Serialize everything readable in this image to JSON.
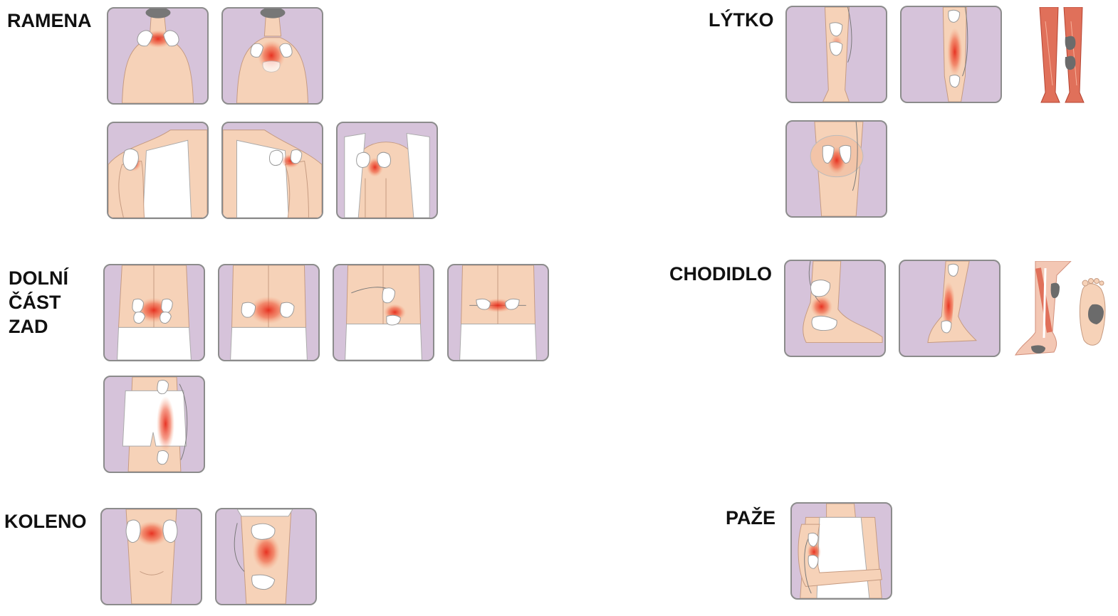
{
  "sections": {
    "ramena": {
      "label": "RAMENA"
    },
    "dolni_cast_zad": {
      "label_lines": [
        "DOLNÍ",
        "ČÁST",
        "ZAD"
      ]
    },
    "koleno": {
      "label": "KOLENO"
    },
    "lytko": {
      "label": "LÝTKO"
    },
    "chodidlo": {
      "label": "CHODIDLO"
    },
    "paze": {
      "label": "PAŽE"
    }
  },
  "colors": {
    "tile_bg": "#d6c3da",
    "tile_border": "#8c8c8c",
    "skin": "#f6d2b8",
    "skin_line": "#c59a80",
    "pad": "#ffffff",
    "pain": "#e8392a",
    "hair": "#777777"
  },
  "icons": {
    "pad": "electrode-pad-icon",
    "pain": "pain-area-icon"
  }
}
